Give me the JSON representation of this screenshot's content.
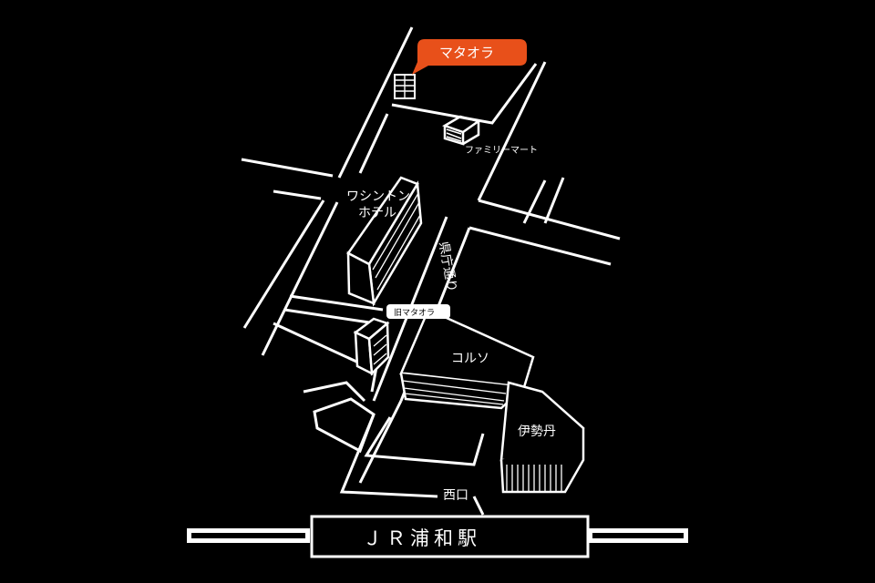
{
  "map": {
    "background_color": "#000000",
    "line_color": "#ffffff",
    "accent_color": "#e8501a",
    "destination": {
      "label": "マタオラ",
      "icon": "location-pin-callout"
    },
    "old_location": {
      "label": "旧マタオラ",
      "icon": "callout-tag"
    },
    "landmarks": {
      "family_mart": "ファミリーマート",
      "washington_hotel_line1": "ワシントン",
      "washington_hotel_line2": "ホテル",
      "corso": "コルソ",
      "isetan": "伊勢丹"
    },
    "road": {
      "name": "県庁通り"
    },
    "exit": {
      "label": "西口"
    },
    "station": {
      "name": "ＪＲ浦和駅"
    }
  }
}
